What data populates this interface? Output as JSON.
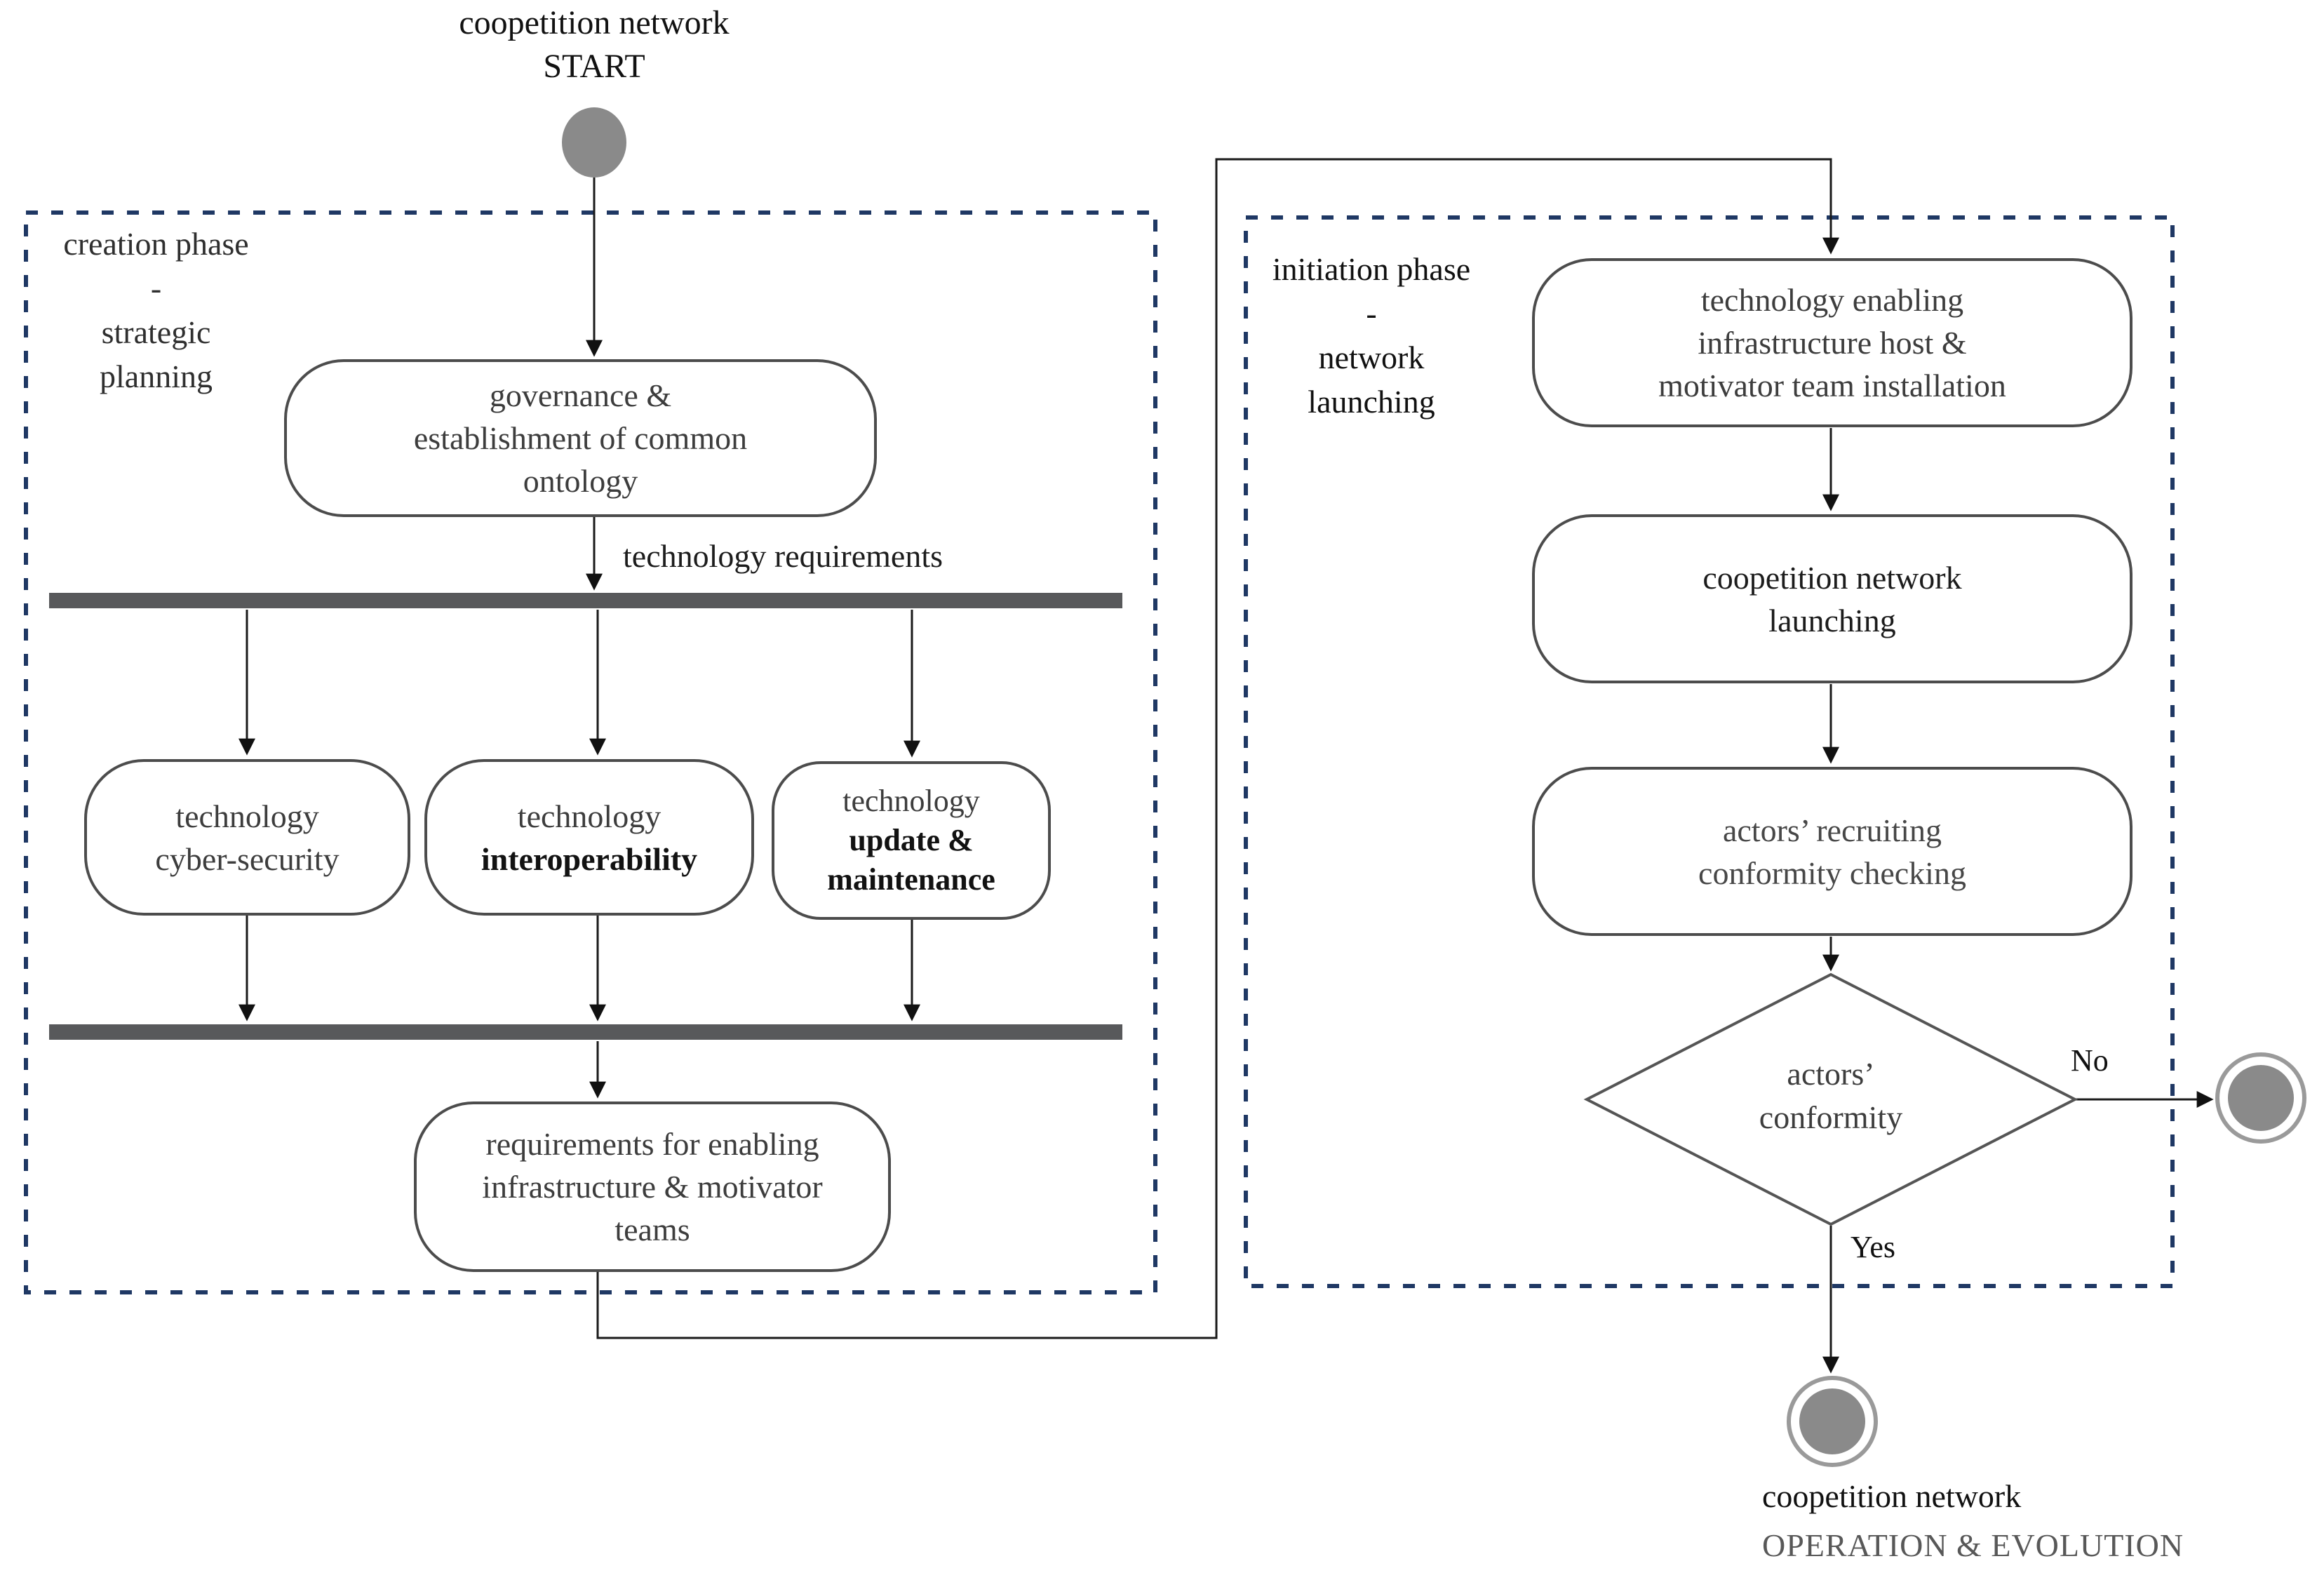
{
  "diagram": {
    "title": {
      "lines": [
        "coopetition network",
        "START"
      ]
    },
    "phases": {
      "creation": {
        "lines": [
          "creation phase",
          "-",
          "strategic",
          "planning"
        ]
      },
      "initiation": {
        "lines": [
          "initiation phase",
          "-",
          "network",
          "launching"
        ]
      }
    },
    "nodes": {
      "governance": {
        "lines": [
          "governance &",
          "establishment of common",
          "ontology"
        ]
      },
      "cyber_security": {
        "lines": [
          "technology",
          "cyber-security"
        ]
      },
      "interoperability": {
        "lines": [
          "technology",
          "interoperability"
        ]
      },
      "update_maintenance": {
        "lines": [
          "technology",
          "update &",
          "maintenance"
        ]
      },
      "requirements": {
        "lines": [
          "requirements for enabling",
          "infrastructure & motivator",
          "teams"
        ]
      },
      "installation": {
        "lines": [
          "technology enabling",
          "infrastructure host &",
          "motivator team installation"
        ]
      },
      "launching": {
        "lines": [
          "coopetition network",
          "launching"
        ]
      },
      "recruiting": {
        "lines": [
          "actors’ recruiting",
          "conformity checking"
        ]
      },
      "decision": {
        "lines": [
          "actors’",
          "conformity"
        ]
      }
    },
    "labels": {
      "fork": "technology requirements",
      "no": "No",
      "yes": "Yes"
    },
    "end_label": {
      "lines": [
        "coopetition network",
        "OPERATION & EVOLUTION"
      ]
    },
    "colors": {
      "dashed_border": "#1f3864",
      "bar": "#58595b",
      "start_fill": "#8a8a8a",
      "final_fill": "#8a8a8a",
      "final_ring": "#9a9a9a",
      "edge": "#1a1a1a"
    }
  }
}
